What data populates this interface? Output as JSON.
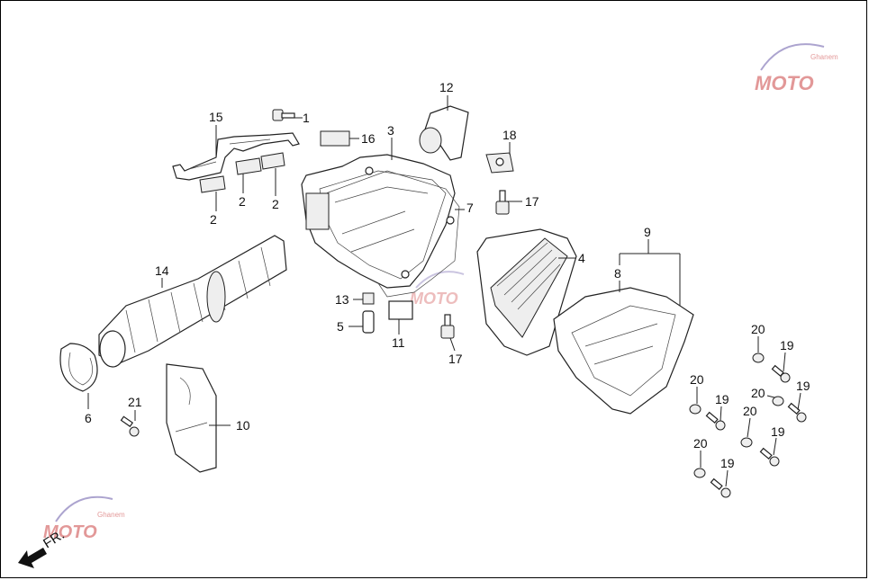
{
  "diagram": {
    "callouts": [
      "1",
      "2",
      "3",
      "4",
      "5",
      "6",
      "7",
      "8",
      "9",
      "10",
      "11",
      "12",
      "13",
      "14",
      "15",
      "16",
      "17",
      "18",
      "19",
      "20",
      "21"
    ],
    "labels": {
      "l1": "1",
      "l2a": "2",
      "l2b": "2",
      "l2c": "2",
      "l3": "3",
      "l4": "4",
      "l5": "5",
      "l6": "6",
      "l7": "7",
      "l8": "8",
      "l9": "9",
      "l10": "10",
      "l11": "11",
      "l12": "12",
      "l13": "13",
      "l14": "14",
      "l15": "15",
      "l16": "16",
      "l17a": "17",
      "l17b": "17",
      "l18": "18",
      "l19a": "19",
      "l19b": "19",
      "l19c": "19",
      "l19d": "19",
      "l19e": "19",
      "l20a": "20",
      "l20b": "20",
      "l20c": "20",
      "l20d": "20",
      "l20e": "20",
      "l21": "21"
    },
    "front_marker": "FR.",
    "watermark_text": "MOTO",
    "watermark_sub": "Ghanem"
  }
}
